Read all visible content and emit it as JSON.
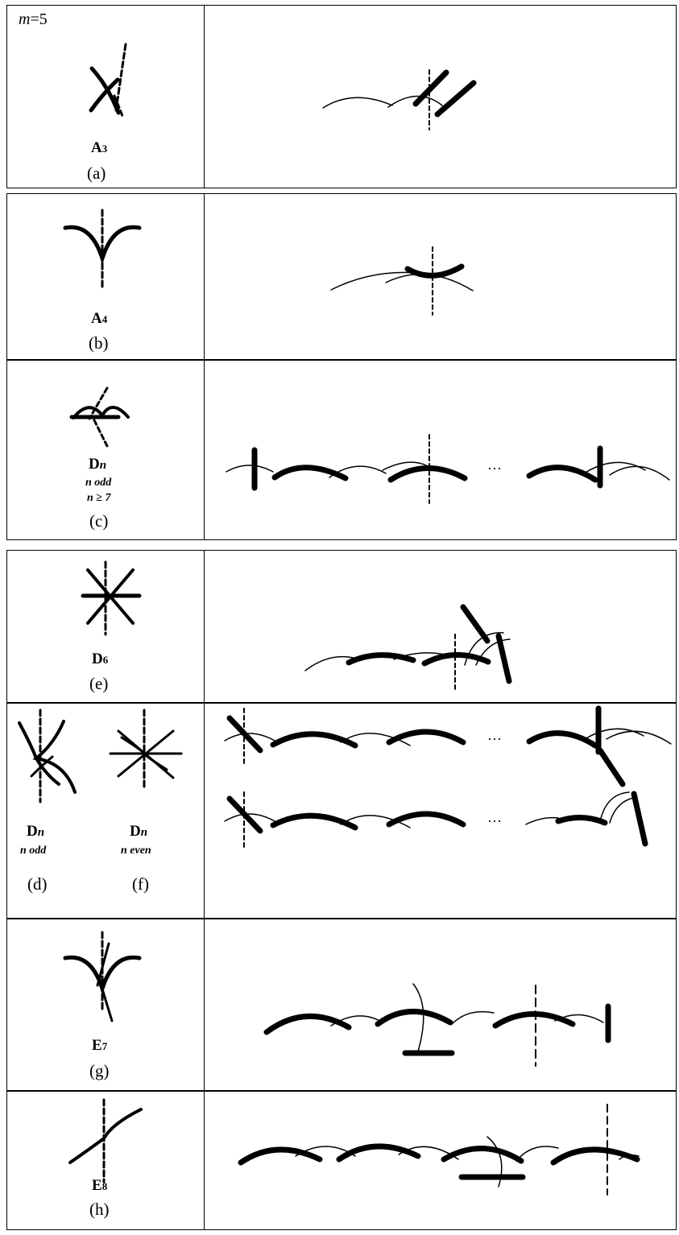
{
  "m_label": {
    "var": "m",
    "value": "=5"
  },
  "rows": [
    {
      "singularity": {
        "letter": "A",
        "sub": "3"
      },
      "caption": "(a)"
    },
    {
      "singularity": {
        "letter": "A",
        "sub": "4"
      },
      "caption": "(b)"
    },
    {
      "singularity": {
        "letter": "D",
        "sub": "n"
      },
      "conditions": [
        "n odd",
        "n ≥ 7"
      ],
      "caption": "(c)"
    },
    {
      "singularity": {
        "letter": "D",
        "sub": "6"
      },
      "caption": "(e)"
    },
    {
      "pair": [
        {
          "singularity": {
            "letter": "D",
            "sub": "n"
          },
          "condition": "n odd",
          "caption": "(d)"
        },
        {
          "singularity": {
            "letter": "D",
            "sub": "n"
          },
          "condition": "n even",
          "caption": "(f)"
        }
      ]
    },
    {
      "singularity": {
        "letter": "E",
        "sub": "7"
      },
      "caption": "(g)"
    },
    {
      "singularity": {
        "letter": "E",
        "sub": "8"
      },
      "caption": "(h)"
    }
  ],
  "ellipsis": "···"
}
